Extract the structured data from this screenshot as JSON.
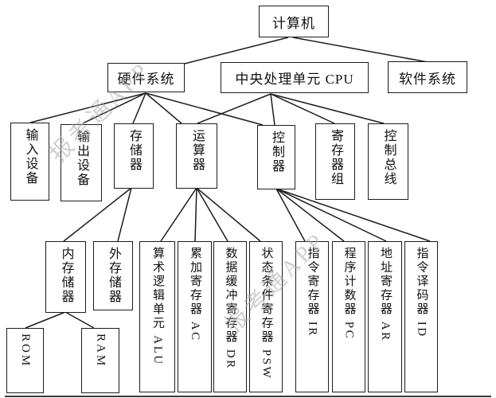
{
  "watermark": {
    "text": "报考通APP"
  },
  "colors": {
    "line": "#1c1c1c",
    "watermark_gray": "#aca8a8",
    "background": "#ffffff"
  },
  "nodes": {
    "computer": {
      "label": "计算机"
    },
    "hardware": {
      "label": "硬件系统"
    },
    "cpu": {
      "label": "中央处理单元 CPU"
    },
    "software": {
      "label": "软件系统"
    },
    "input": {
      "label": "输入设备"
    },
    "output": {
      "label": "输出设备"
    },
    "memory": {
      "label": "存储器"
    },
    "alu_unit": {
      "label": "运算器"
    },
    "controller": {
      "label": "控制器"
    },
    "registers": {
      "label": "寄存器组"
    },
    "control_bus": {
      "label": "控制总线"
    },
    "internal_memory": {
      "label": "内存储器"
    },
    "external_memory": {
      "label": "外存储器"
    },
    "rom": {
      "label": "ROM"
    },
    "ram": {
      "label": "RAM"
    },
    "alu": {
      "label": "算术逻辑单元 ALU"
    },
    "ac": {
      "label": "累加寄存器 AC"
    },
    "dr": {
      "label": "数据缓冲寄存器 DR"
    },
    "psw": {
      "label": "状态条件寄存器 PSW"
    },
    "ir": {
      "label": "指令寄存器 IR"
    },
    "pc": {
      "label": "程序计数器 PC"
    },
    "ar": {
      "label": "地址寄存器 AR"
    },
    "id": {
      "label": "指令译码器 ID"
    }
  },
  "edges": [
    [
      "computer",
      "hardware"
    ],
    [
      "computer",
      "software"
    ],
    [
      "hardware",
      "input"
    ],
    [
      "hardware",
      "output"
    ],
    [
      "hardware",
      "memory"
    ],
    [
      "hardware",
      "alu_unit"
    ],
    [
      "hardware",
      "controller"
    ],
    [
      "cpu",
      "alu_unit"
    ],
    [
      "cpu",
      "controller"
    ],
    [
      "cpu",
      "registers"
    ],
    [
      "cpu",
      "control_bus"
    ],
    [
      "memory",
      "internal_memory"
    ],
    [
      "memory",
      "external_memory"
    ],
    [
      "alu_unit",
      "alu"
    ],
    [
      "alu_unit",
      "ac"
    ],
    [
      "alu_unit",
      "dr"
    ],
    [
      "alu_unit",
      "psw"
    ],
    [
      "controller",
      "ir"
    ],
    [
      "controller",
      "pc"
    ],
    [
      "controller",
      "ar"
    ],
    [
      "controller",
      "id"
    ],
    [
      "internal_memory",
      "rom"
    ],
    [
      "internal_memory",
      "ram"
    ]
  ]
}
